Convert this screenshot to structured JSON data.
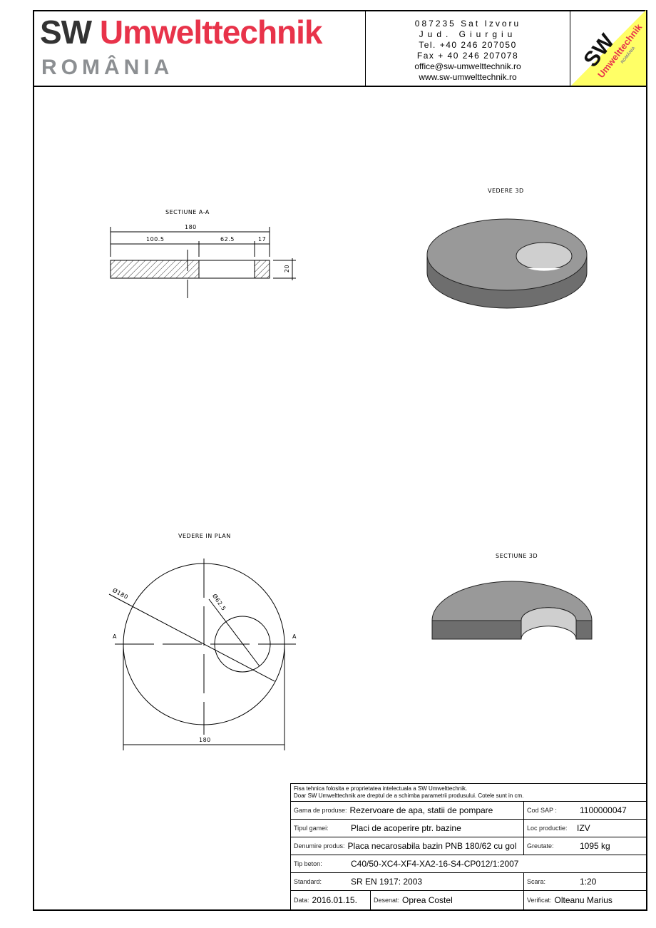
{
  "header": {
    "logo_sw": "SW",
    "logo_brand": "Umwelttechnik",
    "logo_country": "ROMÂNIA",
    "address": [
      "087235 Sat Izvoru",
      "Jud. Giurgiu",
      "Tel. +40 246 207050",
      "Fax + 40 246 207078",
      "office@sw-umwelttechnik.ro",
      "www.sw-umwelttechnik.ro"
    ],
    "badge_sw": "SW",
    "badge_brand": "Umwelttechnik",
    "badge_country": "ROMÂNIA",
    "colors": {
      "brand_red": "#e8334a",
      "badge_yellow": "#ffff66",
      "gray": "#8c8f92"
    }
  },
  "drawings": {
    "section_aa": {
      "title": "SECTIUNE  A-A",
      "dim_total": "180",
      "dim_left": "100.5",
      "dim_hole": "62.5",
      "dim_right": "17",
      "dim_thickness": "20"
    },
    "view_3d": {
      "title": "VEDERE 3D"
    },
    "plan": {
      "title": "VEDERE IN PLAN",
      "dia_outer": "Ø180",
      "dia_hole": "Ø62.5",
      "dim_width": "180",
      "cut_left": "A",
      "cut_right": "A"
    },
    "section_3d": {
      "title": "SECTIUNE 3D"
    }
  },
  "titleblock": {
    "note1": "Fisa tehnica folosita e proprietatea intelectuala a SW Umwelttechnik.",
    "note2": "Doar SW Umwelttechnik are dreptul de a schimba parametrii produsului. Cotele sunt in cm.",
    "gama_label": "Gama de produse:",
    "gama": "Rezervoare de apa, statii de pompare",
    "sap_label": "Cod SAP :",
    "sap": "1100000047",
    "tip_label": "Tipul gamei:",
    "tip": "Placi de acoperire ptr. bazine",
    "loc_label": "Loc productie:",
    "loc": "IZV",
    "den_label": "Denumire produs:",
    "den": "Placa necarosabila bazin PNB 180/62 cu gol",
    "greu_label": "Greutate:",
    "greu": "1095 kg",
    "beton_label": "Tip beton:",
    "beton": "C40/50-XC4-XF4-XA2-16-S4-CP012/1:2007",
    "std_label": "Standard:",
    "std": "SR EN 1917: 2003",
    "scara_label": "Scara:",
    "scara": "1:20",
    "data_label": "Data:",
    "data": "2016.01.15.",
    "desenat_label": "Desenat:",
    "desenat": "Oprea Costel",
    "verif_label": "Verificat:",
    "verif": "Olteanu Marius"
  }
}
